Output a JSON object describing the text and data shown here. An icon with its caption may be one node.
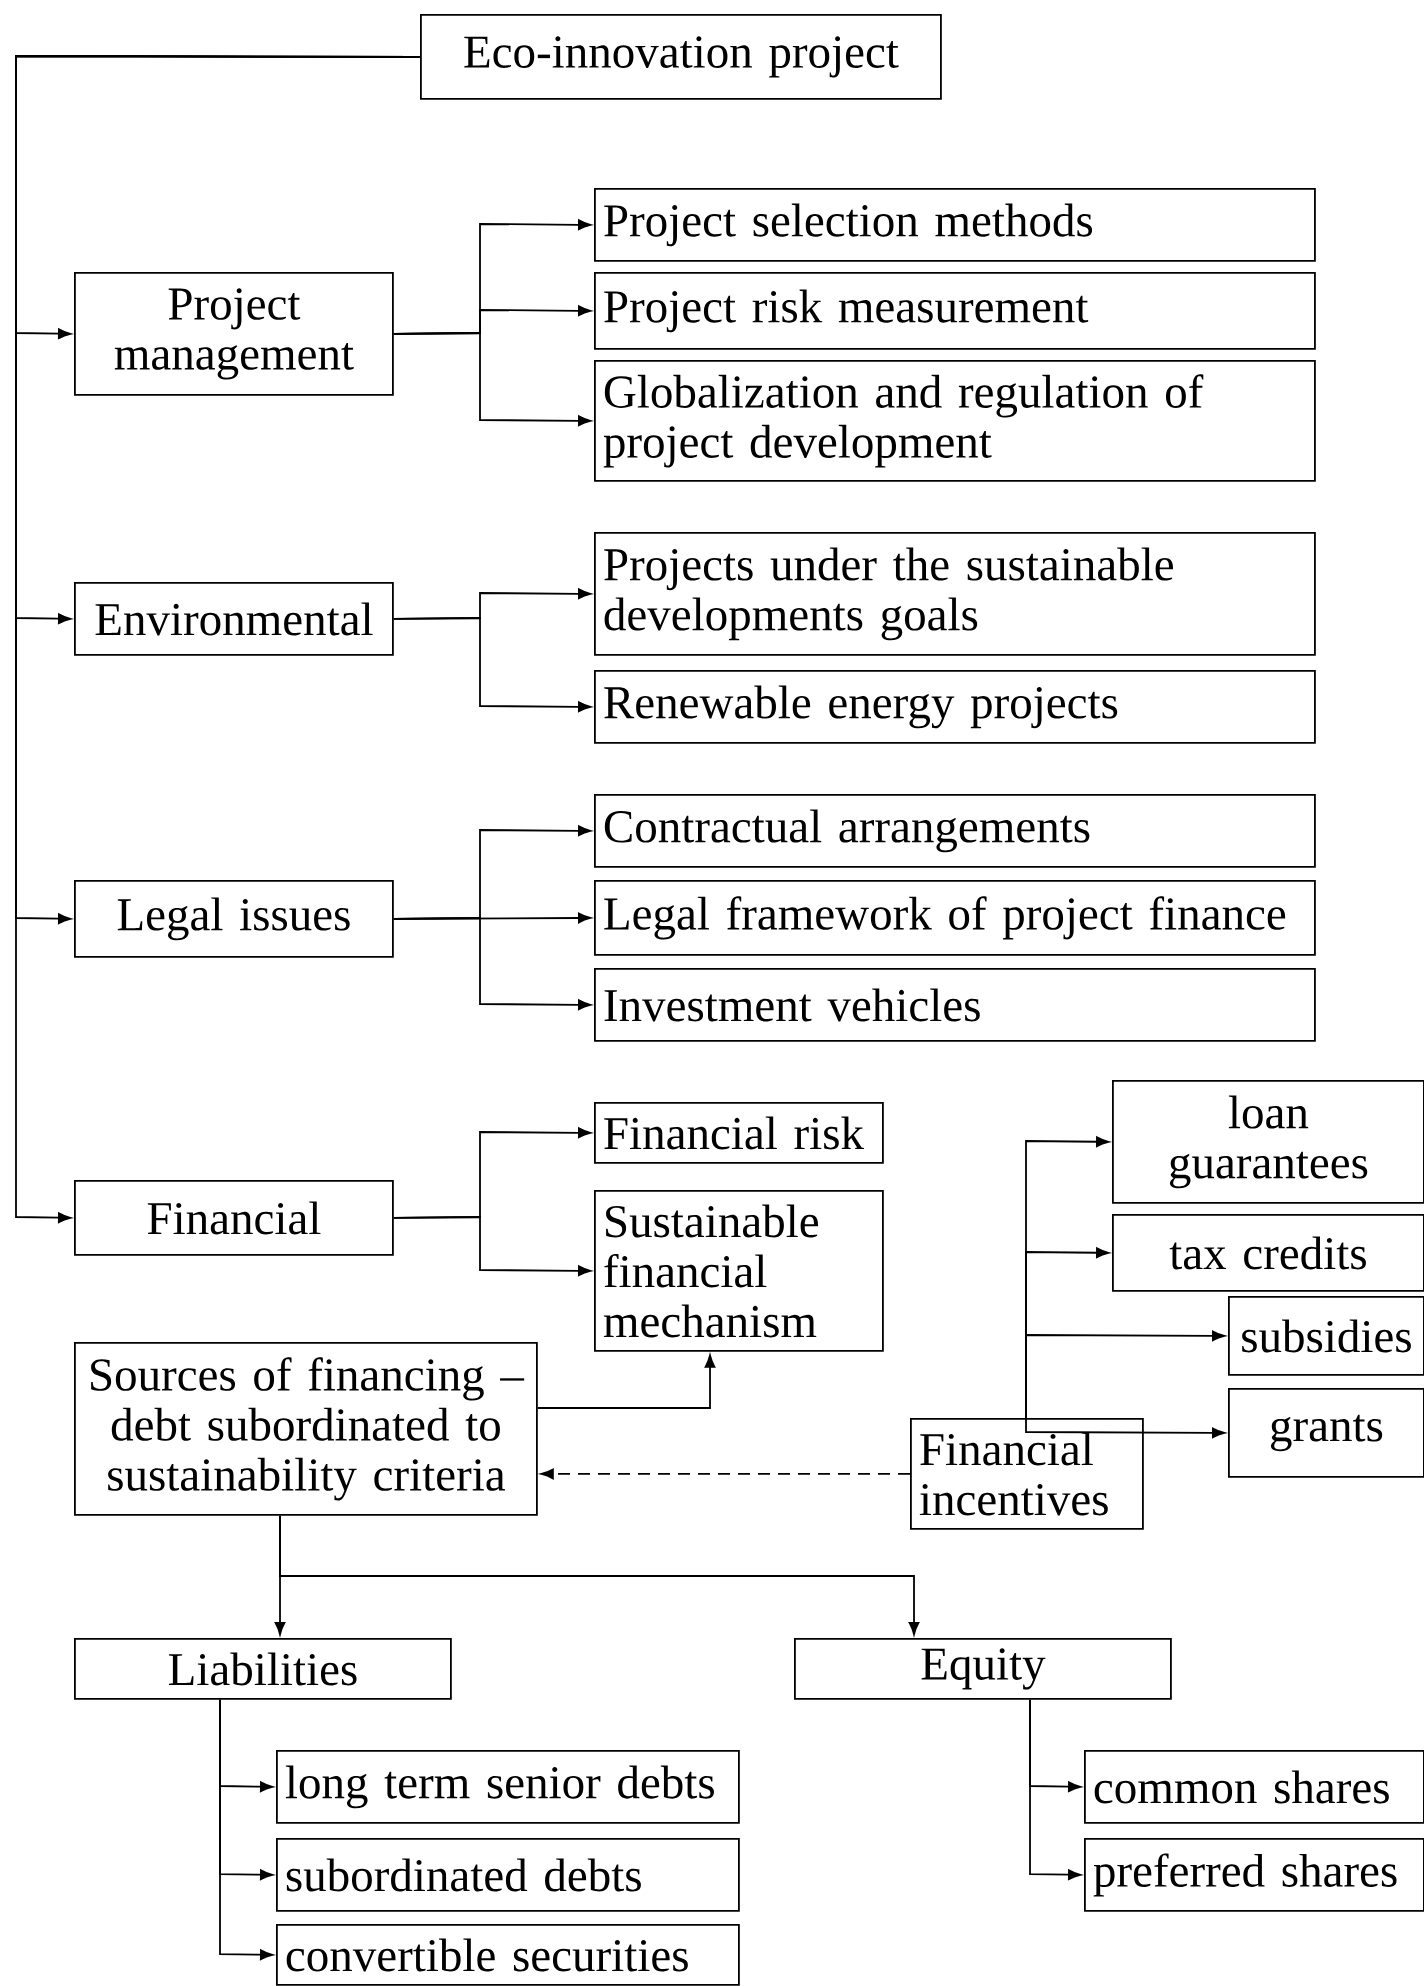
{
  "diagram": {
    "nodes": [
      {
        "text": [
          "Eco-innovation project"
        ]
      },
      {
        "text": [
          "Project management"
        ]
      },
      {
        "text": [
          "Project selection methods"
        ]
      },
      {
        "text": [
          "Project risk measurement"
        ]
      },
      {
        "text": [
          "Globalization and regulation of project development"
        ]
      },
      {
        "text": [
          "Environmental"
        ]
      },
      {
        "text": [
          "Projects under the sustainable developments goals"
        ]
      },
      {
        "text": [
          "Renewable energy projects"
        ]
      },
      {
        "text": [
          "Legal issues"
        ]
      },
      {
        "text": [
          "Contractual arrangements"
        ]
      },
      {
        "text": [
          "Legal framework of project finance"
        ]
      },
      {
        "text": [
          "Investment vehicles"
        ]
      },
      {
        "text": [
          "Financial"
        ]
      },
      {
        "text": [
          "Financial risk"
        ]
      },
      {
        "text": [
          "Sustainable financial mechanism"
        ]
      },
      {
        "text": [
          "loan guarantees"
        ]
      },
      {
        "text": [
          "tax credits"
        ]
      },
      {
        "text": [
          "subsidies"
        ]
      },
      {
        "text": [
          "grants"
        ]
      },
      {
        "text": [
          "Sources of financing – debt subordinated to sustainability criteria"
        ]
      },
      {
        "text": [
          "Financial incentives"
        ]
      },
      {
        "text": [
          "Liabilities"
        ]
      },
      {
        "text": [
          "Equity"
        ]
      },
      {
        "text": [
          "long term senior debts"
        ]
      },
      {
        "text": [
          "subordinated debts"
        ]
      },
      {
        "text": [
          "convertible securities"
        ]
      },
      {
        "text": [
          "common shares"
        ]
      },
      {
        "text": [
          "preferred shares"
        ]
      }
    ],
    "edges": [
      {
        "from": 0,
        "to": 1,
        "arrow": "to"
      },
      {
        "from": 0,
        "to": 5,
        "arrow": "to"
      },
      {
        "from": 0,
        "to": 8,
        "arrow": "to"
      },
      {
        "from": 0,
        "to": 12,
        "arrow": "to"
      },
      {
        "from": 1,
        "to": 2,
        "arrow": "to"
      },
      {
        "from": 1,
        "to": 3,
        "arrow": "to"
      },
      {
        "from": 1,
        "to": 4,
        "arrow": "to"
      },
      {
        "from": 5,
        "to": 6,
        "arrow": "to"
      },
      {
        "from": 5,
        "to": 7,
        "arrow": "to"
      },
      {
        "from": 8,
        "to": 9,
        "arrow": "to"
      },
      {
        "from": 8,
        "to": 10,
        "arrow": "to"
      },
      {
        "from": 8,
        "to": 11,
        "arrow": "to"
      },
      {
        "from": 12,
        "to": 13,
        "arrow": "to"
      },
      {
        "from": 12,
        "to": 14,
        "arrow": "to"
      },
      {
        "from": 19,
        "to": 14,
        "arrow": "to"
      },
      {
        "from": 20,
        "to": 19,
        "arrow": "to",
        "style": "dashed"
      },
      {
        "from": 20,
        "to": 15,
        "arrow": "to"
      },
      {
        "from": 20,
        "to": 16,
        "arrow": "to"
      },
      {
        "from": 20,
        "to": 17,
        "arrow": "to"
      },
      {
        "from": 20,
        "to": 18,
        "arrow": "to"
      },
      {
        "from": 19,
        "to": 21,
        "arrow": "to"
      },
      {
        "from": 19,
        "to": 22,
        "arrow": "to"
      },
      {
        "from": 21,
        "to": 23,
        "arrow": "to"
      },
      {
        "from": 21,
        "to": 24,
        "arrow": "to"
      },
      {
        "from": 21,
        "to": 25,
        "arrow": "to"
      },
      {
        "from": 22,
        "to": 26,
        "arrow": "to"
      },
      {
        "from": 22,
        "to": 27,
        "arrow": "to"
      }
    ]
  }
}
